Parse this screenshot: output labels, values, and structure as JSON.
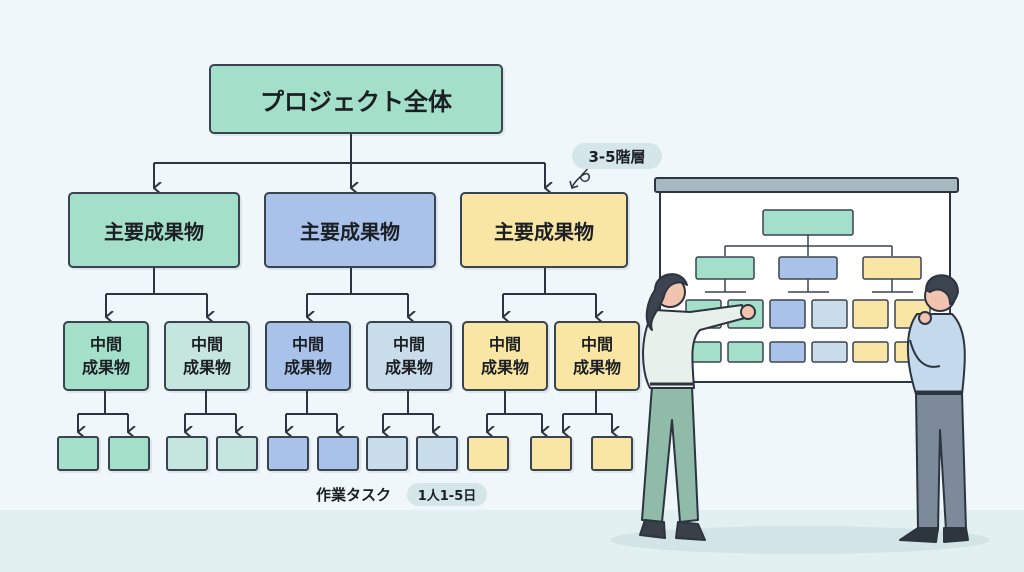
{
  "diagram": {
    "root": {
      "label": "プロジェクト全体",
      "color": "#a3dfc9"
    },
    "levels_note": "3-5階層",
    "major_deliverables": [
      {
        "label": "主要成果物",
        "color": "#a3dfc9"
      },
      {
        "label": "主要成果物",
        "color": "#a9c2ea"
      },
      {
        "label": "主要成果物",
        "color": "#fae6a4"
      }
    ],
    "intermediate_deliverables": [
      {
        "line1": "中間",
        "line2": "成果物",
        "color": "#a3dfc9"
      },
      {
        "line1": "中間",
        "line2": "成果物",
        "color": "#c5e6df"
      },
      {
        "line1": "中間",
        "line2": "成果物",
        "color": "#a9c2ea"
      },
      {
        "line1": "中間",
        "line2": "成果物",
        "color": "#c9dcea"
      },
      {
        "line1": "中間",
        "line2": "成果物",
        "color": "#fae6a4"
      },
      {
        "line1": "中間",
        "line2": "成果物",
        "color": "#fae6a4"
      }
    ],
    "work_tasks_label": "作業タスク",
    "work_tasks_badge": "1人1-5日"
  },
  "illustration": {
    "description": "two people discussing a WBS chart on a whiteboard",
    "woman_pointing": true,
    "man_thinking": true
  }
}
